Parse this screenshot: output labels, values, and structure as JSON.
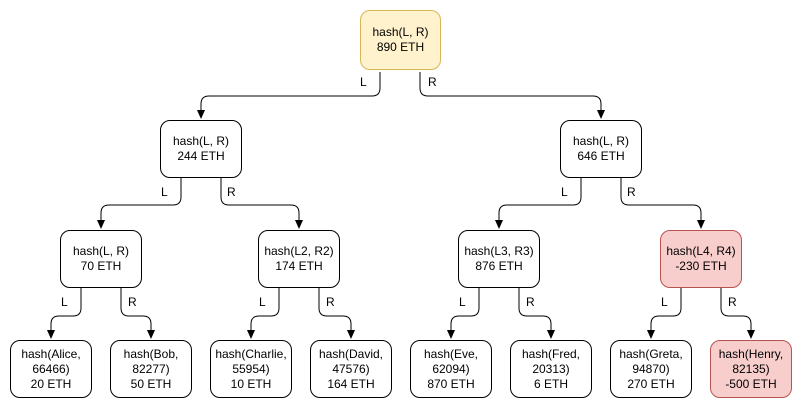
{
  "nodes": {
    "root": {
      "hash": "hash(L, R)",
      "value": "890 ETH"
    },
    "level2_left": {
      "hash": "hash(L, R)",
      "value": "244 ETH"
    },
    "level2_right": {
      "hash": "hash(L, R)",
      "value": "646 ETH"
    },
    "level3_1": {
      "hash": "hash(L, R)",
      "value": "70 ETH"
    },
    "level3_2": {
      "hash": "hash(L2, R2)",
      "value": "174 ETH"
    },
    "level3_3": {
      "hash": "hash(L3, R3)",
      "value": "876 ETH"
    },
    "level3_4": {
      "hash": "hash(L4, R4)",
      "value": "-230 ETH"
    },
    "leaf_1": {
      "hash": "hash(Alice, 66466)",
      "value": "20 ETH"
    },
    "leaf_2": {
      "hash": "hash(Bob, 82277)",
      "value": "50 ETH"
    },
    "leaf_3": {
      "hash": "hash(Charlie, 55954)",
      "value": "10 ETH"
    },
    "leaf_4": {
      "hash": "hash(David, 47576)",
      "value": "164 ETH"
    },
    "leaf_5": {
      "hash": "hash(Eve, 62094)",
      "value": "870 ETH"
    },
    "leaf_6": {
      "hash": "hash(Fred, 20313)",
      "value": "6 ETH"
    },
    "leaf_7": {
      "hash": "hash(Greta, 94870)",
      "value": "270 ETH"
    },
    "leaf_8": {
      "hash": "hash(Henry, 82135)",
      "value": "-500 ETH"
    }
  },
  "edge_labels": {
    "left": "L",
    "right": "R"
  },
  "colors": {
    "root_fill": "#FFF2CC",
    "root_border": "#D6B656",
    "negative_fill": "#F8CECC",
    "negative_border": "#B85450",
    "node_fill": "#FFFFFF",
    "node_border": "#000000",
    "edge_color": "#000000"
  }
}
